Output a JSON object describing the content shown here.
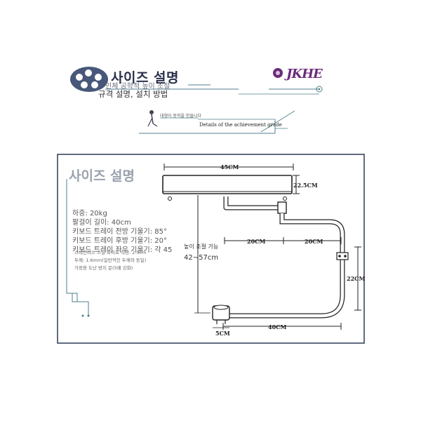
{
  "header": {
    "title": "사이즈 설명",
    "overlay_text": "인체 공학적 높이 조절",
    "subtitle": "규격 설명, 설치 방법",
    "brand": "JKHE",
    "small_tag": "대형이 동작을 만들니다",
    "details_text": "Details of the achievement grade"
  },
  "panel": {
    "title": "사이즈 설명",
    "specs": [
      "하중: 20kg",
      "팔걸이 길이: 40cm",
      "키보드 트레이 전방 기울기: 85°",
      "키보드 트레이 후방 기울기: 20°",
      "키보드 트레이 좌우 기울기: 각 45"
    ],
    "specs_small": [
      "스테인리스 스틸 파이프 직경: 2.5cm",
      "두께: 1.6mm(일반적인 두께와 동일)",
      "가정용 도난 방지 문(5배 강화)"
    ]
  },
  "diagram": {
    "dims": {
      "top_width": "45CM",
      "tray_height": "22.5CM",
      "seg1": "20CM",
      "seg2": "20CM",
      "vertical": "22CM",
      "base_length": "40CM",
      "clamp": "5CM"
    },
    "height_label": "높이 조절 가능",
    "height_value": "42~57cm"
  },
  "colors": {
    "frame": "#2b3a55",
    "accent_blue": "#4a5f86",
    "brand_purple": "#6a2c7a",
    "line_teal": "#4f7d8c"
  }
}
